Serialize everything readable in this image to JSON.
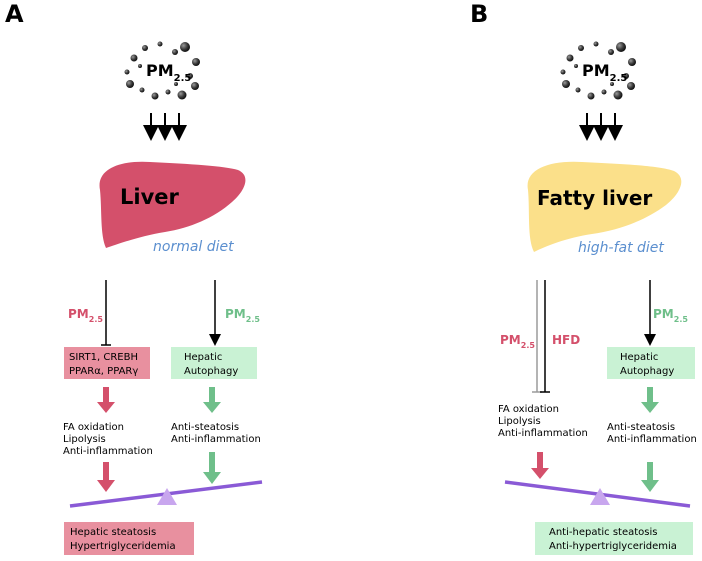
{
  "panels": [
    {
      "letter": "A",
      "pm_main": "PM",
      "pm_sub": "2.5",
      "organ": "Liver",
      "diet": "normal diet",
      "left_label": "PM",
      "left_label_sub": "2.5",
      "right_label": "PM",
      "right_label_sub": "2.5",
      "left_box_lines": [
        "SIRT1, CREBH",
        "PPARα, PPARγ"
      ],
      "right_box_lines": [
        "Hepatic",
        "Autophagy"
      ],
      "left_effects": [
        "FA oxidation",
        "Lipolysis",
        "Anti-inflammation"
      ],
      "right_effects": [
        "Anti-steatosis",
        "Anti-inflammation"
      ],
      "outcome_lines": [
        "Hepatic steatosis",
        "Hypertriglyceridemia"
      ]
    },
    {
      "letter": "B",
      "pm_main": "PM",
      "pm_sub": "2.5",
      "organ": "Fatty liver",
      "diet": "high-fat diet",
      "left_label": "PM",
      "left_label_sub": "2.5",
      "hfd_label": "HFD",
      "right_label": "PM",
      "right_label_sub": "2.5",
      "right_box_lines": [
        "Hepatic",
        "Autophagy"
      ],
      "left_effects": [
        "FA oxidation",
        "Lipolysis",
        "Anti-inflammation"
      ],
      "right_effects": [
        "Anti-steatosis",
        "Anti-inflammation"
      ],
      "outcome_lines": [
        "Anti-hepatic steatosis",
        "Anti-hypertriglyceridemia"
      ]
    }
  ],
  "colors": {
    "liver": "#d4506b",
    "fatty_liver": "#fbe08a",
    "red_label": "#d4506b",
    "green_label": "#6fbf8a",
    "diet_text": "#5b8fcf",
    "red_box": "#e8909f",
    "green_box": "#c9f2d4",
    "red_arrow": "#d4506b",
    "green_arrow": "#6fbf8a",
    "balance_bar": "#8a5ad6",
    "fulcrum": "#c8a6ee"
  }
}
